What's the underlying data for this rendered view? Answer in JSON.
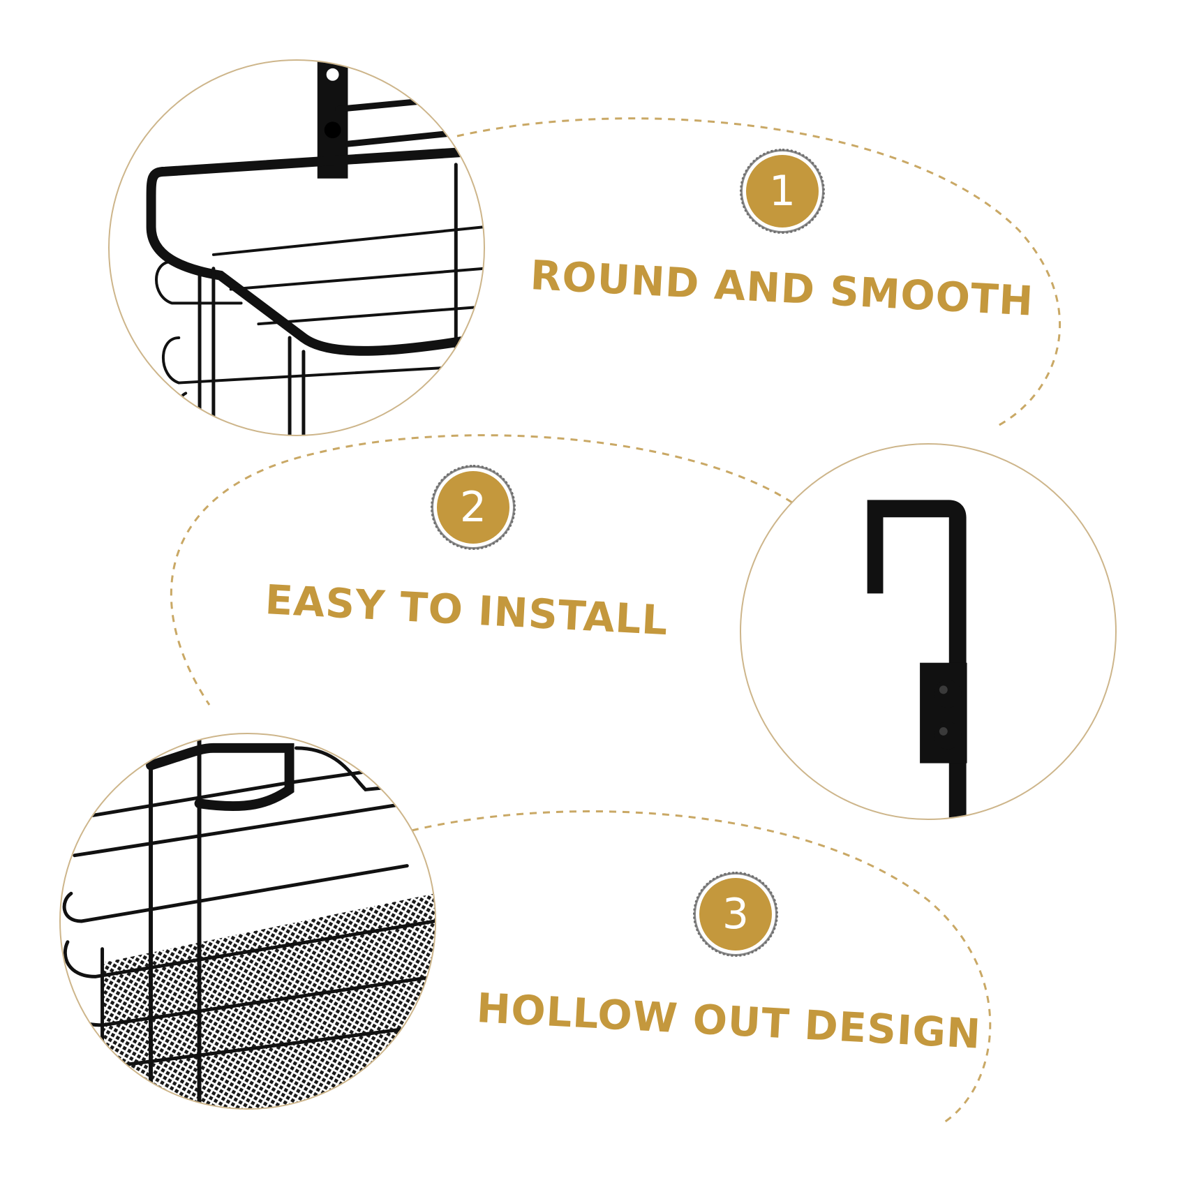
{
  "colors": {
    "accent": "#c4983d",
    "circle_border": "#cdb58a",
    "product": "#111111"
  },
  "features": [
    {
      "number": "1",
      "label": "ROUND AND SMOOTH"
    },
    {
      "number": "2",
      "label": "EASY TO INSTALL"
    },
    {
      "number": "3",
      "label": "HOLLOW OUT DESIGN"
    }
  ],
  "icons": {
    "detail_1": "basket-rounded-edge-photo",
    "detail_2": "over-door-hook-photo",
    "detail_3": "mesh-basket-photo"
  }
}
